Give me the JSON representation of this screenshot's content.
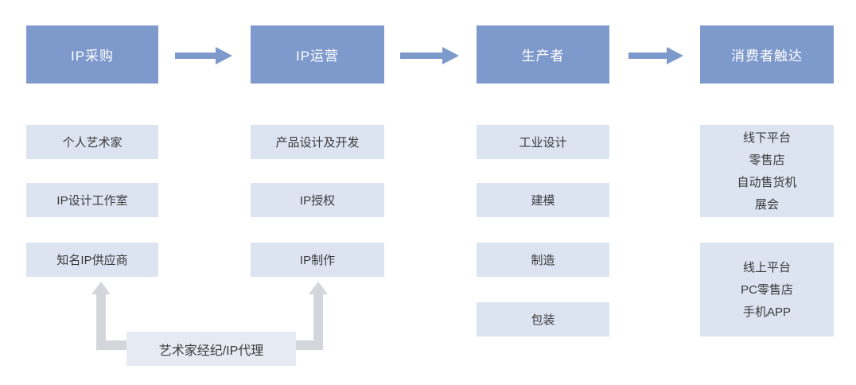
{
  "diagram": {
    "type": "flowchart",
    "stages": [
      {
        "header": "IP采购",
        "items": [
          "个人艺术家",
          "IP设计工作室",
          "知名IP供应商"
        ]
      },
      {
        "header": "IP运营",
        "items": [
          "产品设计及开发",
          "IP授权",
          "IP制作"
        ]
      },
      {
        "header": "生产者",
        "items": [
          "工业设计",
          "建模",
          "制造",
          "包装"
        ]
      },
      {
        "header": "消费者触达",
        "groups": [
          {
            "lines": [
              "线下平台",
              "零售店",
              "自动售货机",
              "展会"
            ]
          },
          {
            "lines": [
              "线上平台",
              "PC零售店",
              "手机APP"
            ]
          }
        ]
      }
    ],
    "agency": {
      "label": "艺术家经纪/IP代理",
      "targets": [
        "知名IP供应商",
        "IP制作"
      ]
    },
    "colors": {
      "stage_header_bg": "#7e99cc",
      "stage_header_text": "#ffffff",
      "item_bg": "#dce3f1",
      "item_text": "#3b3b3b",
      "flow_arrow": "#7e99cc",
      "connector": "#d3d6db",
      "agency_bg": "#e6eaf3",
      "background": "#ffffff"
    }
  }
}
